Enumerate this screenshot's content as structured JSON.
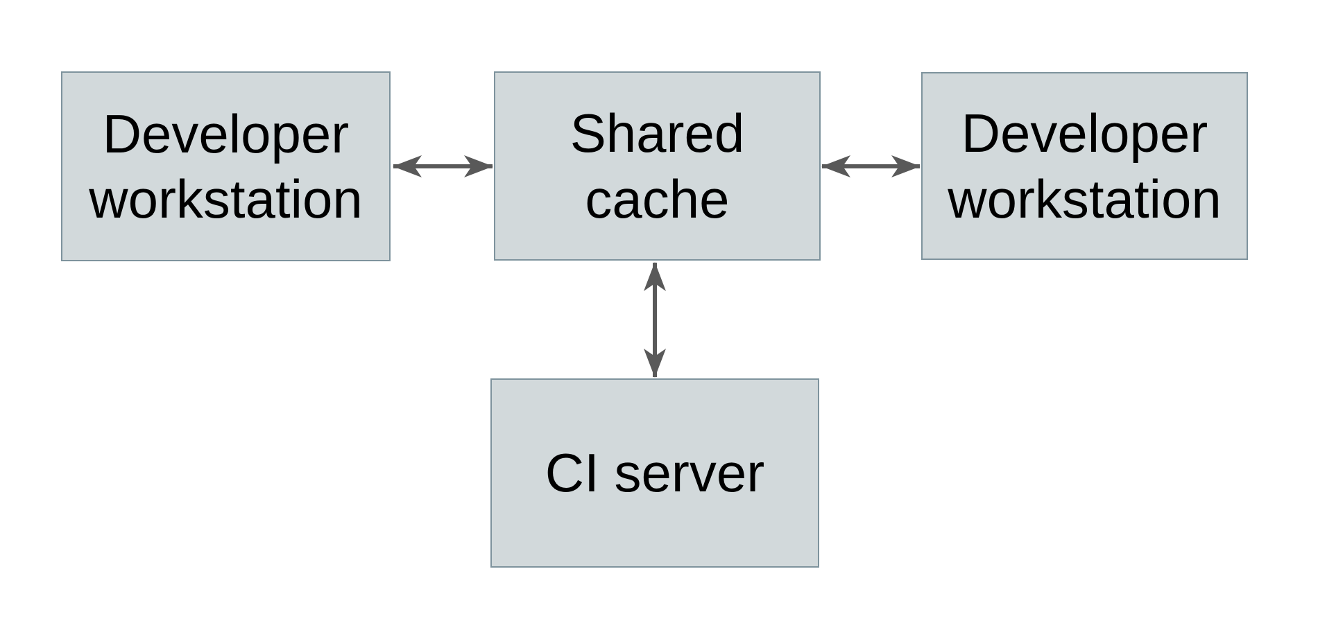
{
  "diagram": {
    "nodes": {
      "workstation_left": {
        "label": "Developer workstation"
      },
      "shared_cache": {
        "label": "Shared cache"
      },
      "workstation_right": {
        "label": "Developer workstation"
      },
      "ci_server": {
        "label": "CI server"
      }
    },
    "edges": [
      {
        "from": "workstation_left",
        "to": "shared_cache",
        "direction": "bidirectional"
      },
      {
        "from": "shared_cache",
        "to": "workstation_right",
        "direction": "bidirectional"
      },
      {
        "from": "shared_cache",
        "to": "ci_server",
        "direction": "bidirectional"
      }
    ],
    "colors": {
      "background": "#ffffff",
      "node_fill": "#d2d9db",
      "node_border": "#7e939d",
      "node_text": "#000000",
      "arrow": "#595959"
    }
  }
}
